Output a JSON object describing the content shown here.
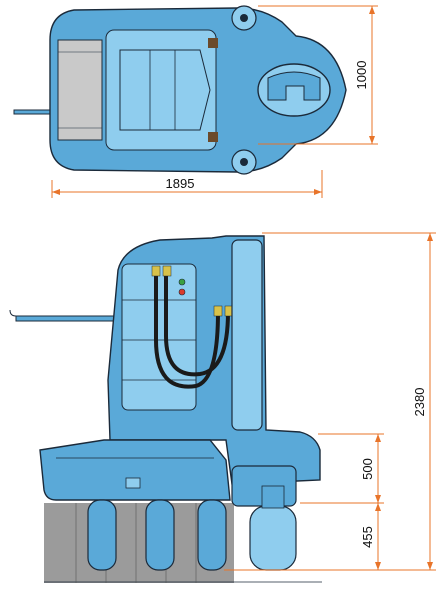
{
  "top_view": {
    "width_label": "1895",
    "depth_label": "1000"
  },
  "side_view": {
    "height_label": "2380",
    "upper_label": "500",
    "lower_label": "455"
  },
  "colors": {
    "machine_blue": "#5aa9d8",
    "machine_light": "#8fcdee",
    "outline": "#1b2a3a",
    "dimension_orange": "#e8742a",
    "hose_black": "#1a1a1a",
    "ground_gray": "#9b9b9b",
    "weight_gray": "#c9c9c9"
  }
}
